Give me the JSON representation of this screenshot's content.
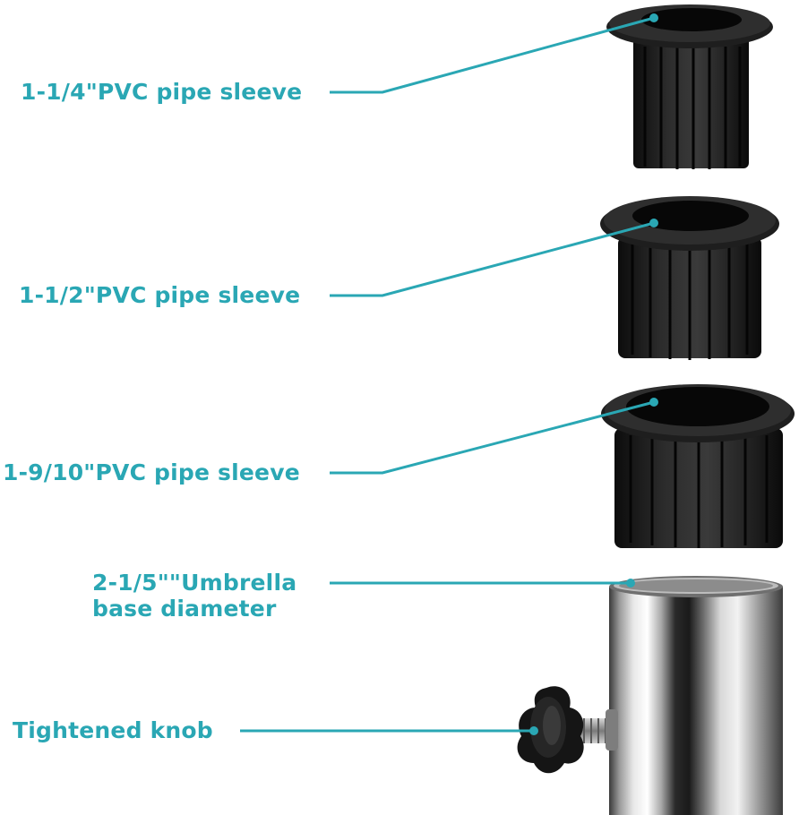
{
  "labels": {
    "sleeve_1_1_4": "1-1/4\"PVC pipe sleeve",
    "sleeve_1_1_2": "1-1/2\"PVC pipe sleeve",
    "sleeve_1_9_10": "1-9/10\"PVC pipe sleeve",
    "umbrella_line1": "2-1/5\"\"Umbrella",
    "umbrella_line2": "base diameter",
    "knob": "Tightened knob"
  },
  "colors": {
    "label_text": "#2aa7b4",
    "leader_line": "#2aa7b4",
    "sleeve": "#1c1c1c",
    "pole": "#b8b8b8"
  },
  "icons": {
    "sleeve": "pipe-sleeve-icon",
    "pole": "umbrella-pole-icon",
    "knob": "star-knob-icon"
  }
}
